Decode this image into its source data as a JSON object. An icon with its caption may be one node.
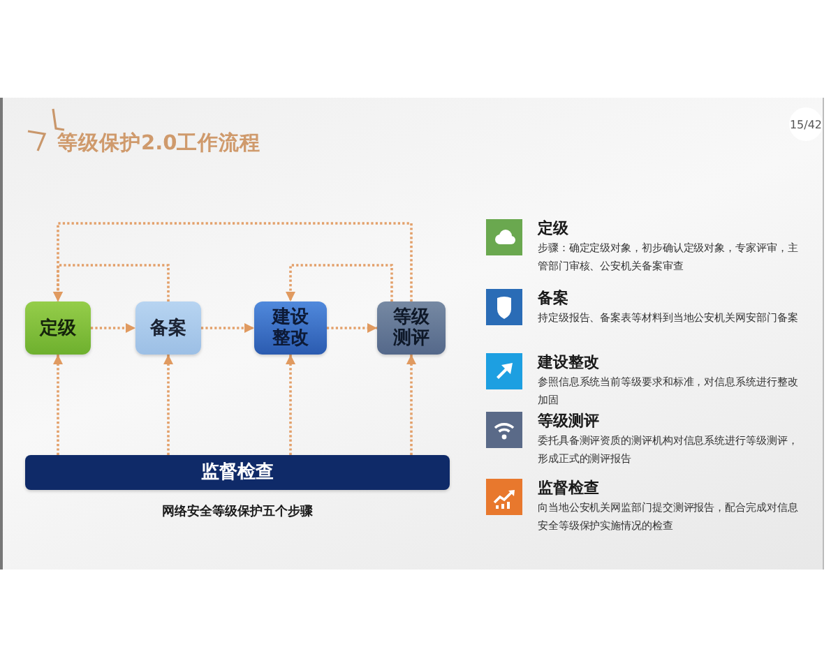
{
  "diagram": {
    "title": "等级保护2.0工作流程",
    "caption": "网络安全等级保护五个步骤",
    "nodes": [
      {
        "text": [
          "定级"
        ]
      },
      {
        "text": [
          "备案"
        ]
      },
      {
        "text": [
          "建设整改"
        ]
      },
      {
        "text": [
          "等级测评"
        ]
      },
      {
        "text": [
          "监督检查"
        ]
      }
    ],
    "edges": [
      {
        "from": 3,
        "to": 0,
        "arrow": "to"
      },
      {
        "from": 1,
        "to": 0,
        "arrow": "to"
      },
      {
        "from": 3,
        "to": 2,
        "arrow": "to"
      },
      {
        "from": 0,
        "to": 1,
        "arrow": "to"
      },
      {
        "from": 1,
        "to": 2,
        "arrow": "to"
      },
      {
        "from": 2,
        "to": 3,
        "arrow": "to"
      },
      {
        "from": 4,
        "to": 0,
        "arrow": "to"
      },
      {
        "from": 4,
        "to": 1,
        "arrow": "to"
      },
      {
        "from": 4,
        "to": 2,
        "arrow": "to"
      },
      {
        "from": 4,
        "to": 3,
        "arrow": "to"
      }
    ],
    "labels": [
      "15/42",
      "定级",
      "步骤：确定定级对象，初步确认定级对象，专家评审，主管部门审核、公安机关备案审查",
      "备案",
      "持定级报告、备案表等材料到当地公安机关网安部门备案",
      "建设整改",
      "参照信息系统当前等级要求和标准，对信息系统进行整改加固",
      "等级测评",
      "委托具备测评资质的测评机构对信息系统进行等级测评，形成正式的测评报告",
      "监督检查",
      "向当地公安机关网监部门提交测评报告，配合完成对信息安全等级保护实施情况的检查"
    ]
  }
}
